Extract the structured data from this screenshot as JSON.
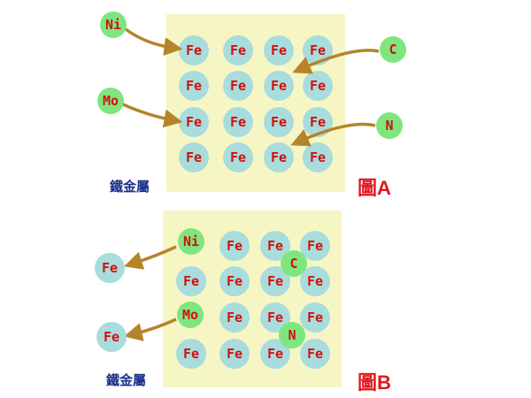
{
  "figure_a": {
    "label": "圖A",
    "caption": "鐵金屬",
    "lattice_atom": "Fe",
    "incoming": [
      "Ni",
      "Mo",
      "C",
      "N"
    ]
  },
  "figure_b": {
    "label": "圖B",
    "caption": "鐵金屬",
    "lattice_atom": "Fe",
    "substitutional": [
      "Ni",
      "Mo"
    ],
    "interstitial": [
      "C",
      "N"
    ],
    "displaced": [
      "Fe",
      "Fe"
    ]
  },
  "colors": {
    "iron": "#a9dcdc",
    "alloy": "#7fe67f",
    "symbol": "#d40f0f",
    "arrow": "#b5842a",
    "lattice_bg": "#f6f6c4"
  }
}
